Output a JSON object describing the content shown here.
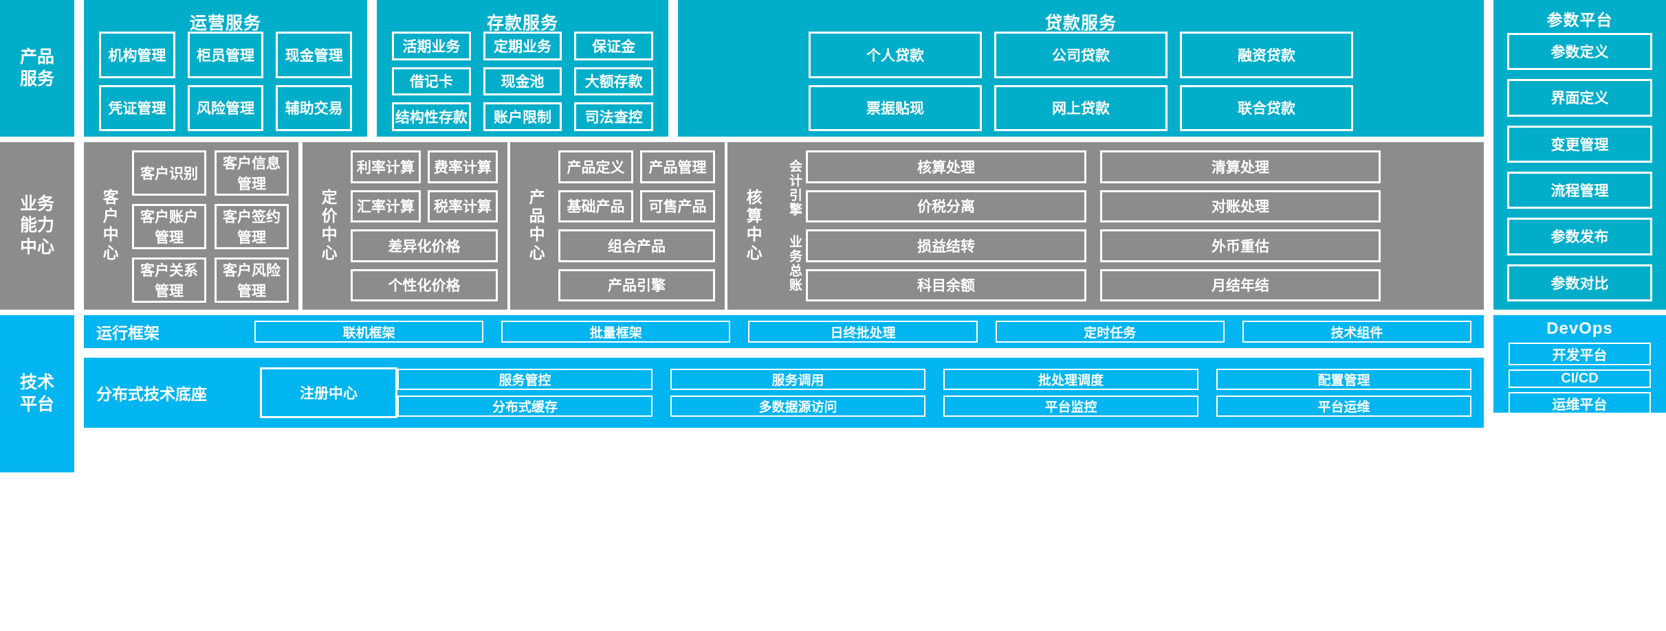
{
  "layers": {
    "product_services": {
      "label": "产品\n服务",
      "label_lines": [
        "产品",
        "服务"
      ],
      "color": "#00AEC9",
      "panels": [
        {
          "title": "运营服务",
          "items": [
            "机构管理",
            "柜员管理",
            "现金管理",
            "凭证管理",
            "风险管理",
            "辅助交易"
          ]
        },
        {
          "title": "存款服务",
          "items": [
            "活期业务",
            "定期业务",
            "保证金",
            "借记卡",
            "现金池",
            "大额存款",
            "结构性存款",
            "账户限制",
            "司法查控"
          ]
        },
        {
          "title": "贷款服务",
          "items": [
            "个人贷款",
            "公司贷款",
            "融资贷款",
            "票据贴现",
            "网上贷款",
            "联合贷款"
          ]
        }
      ]
    },
    "parameter_platform": {
      "title": "参数平台",
      "color": "#00AEC9",
      "items": [
        "参数定义",
        "界面定义",
        "变更管理",
        "流程管理",
        "参数发布",
        "参数对比"
      ]
    },
    "business_capability": {
      "label_lines": [
        "业务",
        "能力",
        "中心"
      ],
      "color": "#8C8C8C",
      "centers": [
        {
          "name": "客户中心",
          "items": [
            "客户识别",
            "客户信息管理",
            "客户账户管理",
            "客户签约管理",
            "客户关系管理",
            "客户风险管理"
          ]
        },
        {
          "name": "定价中心",
          "items": [
            "利率计算",
            "费率计算",
            "汇率计算",
            "税率计算",
            "差异化价格",
            "个性化价格"
          ]
        },
        {
          "name": "产品中心",
          "items": [
            "产品定义",
            "产品管理",
            "基础产品",
            "可售产品",
            "组合产品",
            "产品引擎"
          ]
        },
        {
          "name": "核算中心",
          "sub_labels": [
            "会计引擎",
            "业务总账"
          ],
          "items": [
            "核算处理",
            "清算处理",
            "价税分离",
            "对账处理",
            "损益结转",
            "外币重估",
            "科目余额",
            "月结年结"
          ]
        }
      ]
    },
    "technical_platform": {
      "label_lines": [
        "技术",
        "平台"
      ],
      "color": "#00B5F0",
      "rows": [
        {
          "name": "运行框架",
          "items": [
            "联机框架",
            "批量框架",
            "日终批处理",
            "定时任务",
            "技术组件"
          ]
        },
        {
          "name": "分布式技术底座",
          "anchor": "注册中心",
          "items": [
            "服务管控",
            "服务调用",
            "批处理调度",
            "配置管理",
            "分布式缓存",
            "多数据源访问",
            "平台监控",
            "平台运维"
          ]
        }
      ]
    },
    "devops": {
      "title": "DevOps",
      "color": "#00B5F0",
      "items": [
        "开发平台",
        "CI/CD",
        "运维平台"
      ]
    }
  }
}
